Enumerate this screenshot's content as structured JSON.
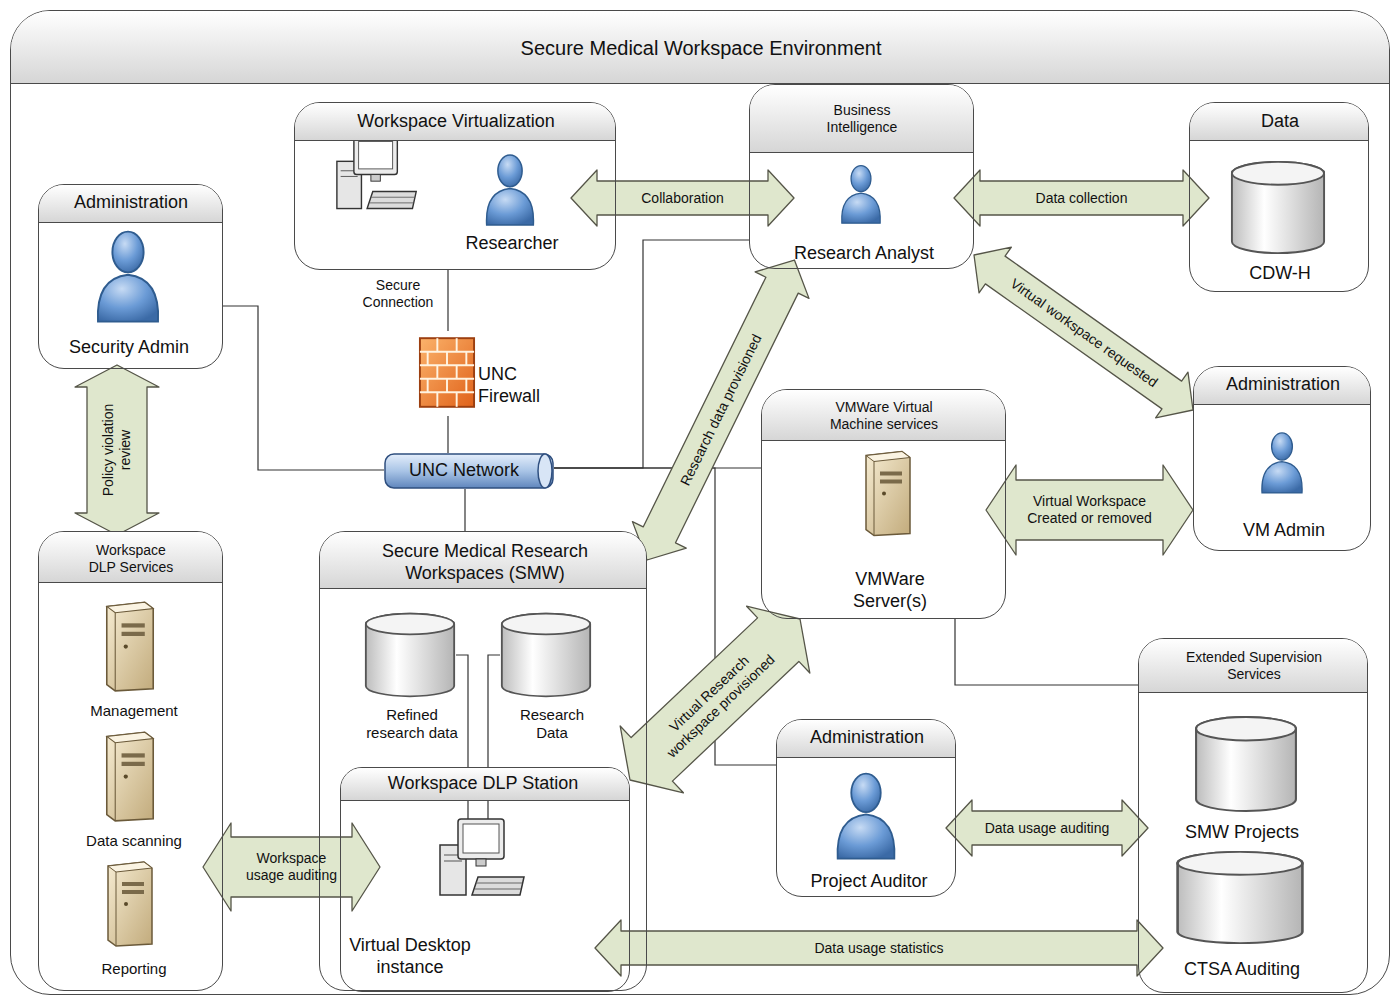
{
  "diagram": {
    "nodes": [
      {
        "text": [
          "Secure Medical Workspace Environment"
        ]
      },
      {
        "text": [
          "Workspace Virtualization",
          "Researcher"
        ],
        "in": 0
      },
      {
        "text": [
          "Business Intelligence",
          "Research Analyst"
        ],
        "in": 0
      },
      {
        "text": [
          "Data",
          "CDW-H"
        ],
        "in": 0
      },
      {
        "text": [
          "Administration",
          "Security Admin"
        ],
        "in": 0
      },
      {
        "text": [
          "Administration",
          "VM Admin"
        ],
        "in": 0
      },
      {
        "text": [
          "UNC Firewall"
        ],
        "in": 0
      },
      {
        "text": [
          "UNC Network"
        ],
        "in": 0
      },
      {
        "text": [
          "VMWare Virtual Machine services",
          "VMWare Server(s)"
        ],
        "in": 0
      },
      {
        "text": [
          "Workspace DLP Services",
          "Management",
          "Data scanning",
          "Reporting"
        ],
        "in": 0
      },
      {
        "text": [
          "Secure Medical Research Workspaces (SMW)",
          "Refined research data",
          "Research Data"
        ],
        "in": 0
      },
      {
        "text": [
          "Workspace DLP Station",
          "Virtual Desktop instance"
        ],
        "in": 10
      },
      {
        "text": [
          "Administration",
          "Project Auditor"
        ],
        "in": 0
      },
      {
        "text": [
          "Extended Supervision Services",
          "SMW Projects",
          "CTSA Auditing"
        ],
        "in": 0
      }
    ],
    "edges": [
      {
        "from": 1,
        "to": 2,
        "label": "Collaboration",
        "arrow": "both"
      },
      {
        "from": 2,
        "to": 3,
        "label": "Data collection",
        "arrow": "both"
      },
      {
        "from": 2,
        "to": 5,
        "label": "Virtual workspace requested",
        "arrow": "both"
      },
      {
        "from": 8,
        "to": 5,
        "label": "Virtual Workspace Created or removed",
        "arrow": "both"
      },
      {
        "from": 4,
        "to": 9,
        "label": "Policy violation review",
        "arrow": "both"
      },
      {
        "from": 10,
        "to": 2,
        "label": "Research data provisioned",
        "arrow": "both"
      },
      {
        "from": 11,
        "to": 8,
        "label": "Virtual Research workspace provisioned",
        "arrow": "both"
      },
      {
        "from": 9,
        "to": 11,
        "label": "Workspace usage auditing",
        "arrow": "both"
      },
      {
        "from": 12,
        "to": 13,
        "label": "Data usage auditing",
        "arrow": "both"
      },
      {
        "from": 11,
        "to": 13,
        "label": "Data usage statistics",
        "arrow": "both"
      },
      {
        "from": 4,
        "to": 7,
        "arrow": "none"
      },
      {
        "from": 1,
        "to": 6,
        "arrow": "none"
      },
      {
        "from": 6,
        "to": 7,
        "arrow": "none"
      },
      {
        "from": 7,
        "to": 10,
        "arrow": "none"
      },
      {
        "from": 7,
        "to": 2,
        "arrow": "none"
      },
      {
        "from": 7,
        "to": 8,
        "arrow": "none"
      },
      {
        "from": 7,
        "to": 12,
        "arrow": "none"
      },
      {
        "from": 8,
        "to": 13,
        "arrow": "none"
      }
    ],
    "labels": [
      "Secure Connection"
    ]
  }
}
